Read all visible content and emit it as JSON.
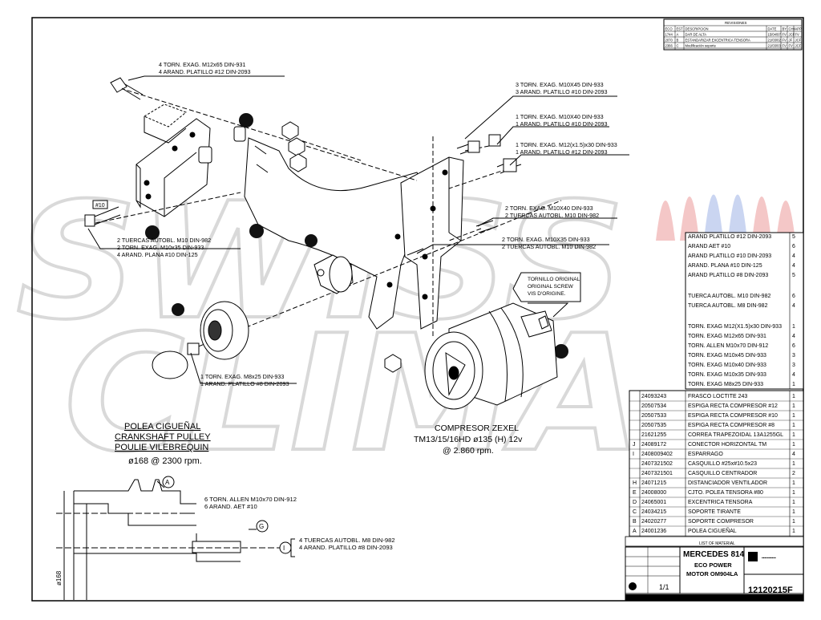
{
  "revisions": {
    "title": "REVISIONES",
    "headers": [
      "ECO",
      "EST",
      "DESCRIPCION",
      "DATE",
      "BY",
      "CHK",
      "APP"
    ],
    "rows": [
      [
        "1744",
        "A",
        "DAR DE ALTA",
        "15/04/97",
        "FV",
        "JCF",
        "FV"
      ],
      [
        "2070",
        "B",
        "ESTANDARIZAR EXCENTRICA TENSORA",
        "21/03/02",
        "FV",
        "JF",
        "JCF"
      ],
      [
        "2366",
        "C",
        "Modificación soporte",
        "21/03/03",
        "FV",
        "FV",
        "JCF"
      ]
    ]
  },
  "callouts": {
    "c1": [
      "4 TORN. EXAG. M12x65 DIN-931",
      "4 ARAND. PLATILLO #12 DIN-2093"
    ],
    "c2": [
      "3 TORN. EXAG. M10X45 DIN-933",
      "3 ARAND. PLATILLO #10 DIN-2093"
    ],
    "c3": [
      "1 TORN. EXAG. M10X40 DIN-933",
      "1 ARAND. PLATILLO #10 DIN-2093"
    ],
    "c4": [
      "1 TORN. EXAG. M12(x1.5)x30 DIN-933",
      "1 ARAND. PLATILLO #12 DIN-2093"
    ],
    "c5": [
      "2 TORN. EXAG. M10X40 DIN-933",
      "2 TUERCAS AUTOBL. M10 DIN-982"
    ],
    "c6": [
      "2 TORN. EXAG. M10X35 DIN-933",
      "2 TUERCAS AUTOBL. M10 DIN-982"
    ],
    "c7": [
      "2 TUERCAS AUTOBL. M10 DIN-982",
      "2 TORN. EXAG. M10x35 DIN-933",
      "4 ARAND. PLANA #10 DIN-125"
    ],
    "c8": [
      "1 TORN. EXAG. M8x25 DIN-933",
      "1 ARAND. PLATILLO #8 DIN-2093"
    ],
    "c9": [
      "6 TORN. ALLEN M10x70 DIN-912",
      "6 ARAND. AET #10"
    ],
    "c10": [
      "4 TUERCAS AUTOBL. M8 DIN-982",
      "4 ARAND. PLATILLO #8 DIN-2093"
    ],
    "tag_m10": "#10",
    "tornillo": [
      "TORNILLO ORIGINAL",
      "ORIGINAL SCREW",
      "VIS D'ORIGINE."
    ]
  },
  "pulley": {
    "lines": [
      "POLEA CIGUEÑAL",
      "CRANKSHAFT PULLEY",
      "POULIE VILEBREQUIN"
    ],
    "spec": "ø168 @ 2300 rpm."
  },
  "compressor": {
    "lines": [
      "COMPRESOR ZEXEL",
      "TM13/15/16HD ø135 (H) 12v",
      "@ 2.860 rpm."
    ]
  },
  "detail": {
    "dim": "ø168",
    "labels": [
      "A",
      "G",
      "I"
    ]
  },
  "bom_hw": [
    [
      "ARAND PLATILLO #12 DIN-2093",
      "5"
    ],
    [
      "ARAND AET #10",
      "6"
    ],
    [
      "ARAND PLATILLO #10 DIN-2093",
      "4"
    ],
    [
      "ARAND. PLANA #10 DIN-125",
      "4"
    ],
    [
      "ARAND PLATILLO #8 DIN-2093",
      "5"
    ],
    [
      "TUERCA AUTOBL. M10 DIN-982",
      "6"
    ],
    [
      "TUERCA AUTOBL. M8 DIN-982",
      "4"
    ],
    [
      "TORN. EXAG M12(X1.5)x30 DIN-933",
      "1"
    ],
    [
      "TORN. EXAG M12x65 DIN-931",
      "4"
    ],
    [
      "TORN. ALLEN M10x70 DIN-912",
      "6"
    ],
    [
      "TORN. EXAG M10x45 DIN-933",
      "3"
    ],
    [
      "TORN. EXAG M10x40 DIN-933",
      "3"
    ],
    [
      "TORN. EXAG M10x35 DIN-933",
      "4"
    ],
    [
      "TORN. EXAG M8x25 DIN-933",
      "1"
    ]
  ],
  "bom_parts": [
    [
      "",
      "24093243",
      "FRASCO LOCTITE 243",
      "1"
    ],
    [
      "",
      "20507534",
      "ESPIGA RECTA COMPRESOR #12",
      "1"
    ],
    [
      "",
      "20507533",
      "ESPIGA RECTA COMPRESOR #10",
      "1"
    ],
    [
      "",
      "20507535",
      "ESPIGA RECTA COMPRESOR #8",
      "1"
    ],
    [
      "",
      "21621255",
      "CORREA TRAPEZOIDAL 13A1255GL",
      "1"
    ],
    [
      "J",
      "24089172",
      "CONECTOR HORIZONTAL TM",
      "1"
    ],
    [
      "I",
      "2408009402",
      "ESPARRAGO",
      "4"
    ],
    [
      "",
      "2407321502",
      "CASQUILLO #25x#10.5x23",
      "1"
    ],
    [
      "",
      "2407321501",
      "CASQUILLO CENTRADOR",
      "2"
    ],
    [
      "H",
      "24071215",
      "DISTANCIADOR VENTILADOR",
      "1"
    ],
    [
      "E",
      "24008000",
      "CJTO. POLEA TENSORA #80",
      "1"
    ],
    [
      "D",
      "24065001",
      "EXCENTRICA TENSORA",
      "1"
    ],
    [
      "C",
      "24034215",
      "SOPORTE TIRANTE",
      "1"
    ],
    [
      "B",
      "24020277",
      "SOPORTE COMPRESOR",
      "1"
    ],
    [
      "A",
      "24001236",
      "POLEA CIGUEÑAL",
      "1"
    ]
  ],
  "bom_footer": "LIST OF MATERIAL",
  "title_block": {
    "name": "MERCEDES 814",
    "sub1": "ECO POWER",
    "sub2": "MOTOR OM904LA",
    "sheet": "1/1",
    "number": "12120215F"
  },
  "watermark": {
    "line1": "SWISS",
    "line2": "CLIMA"
  }
}
